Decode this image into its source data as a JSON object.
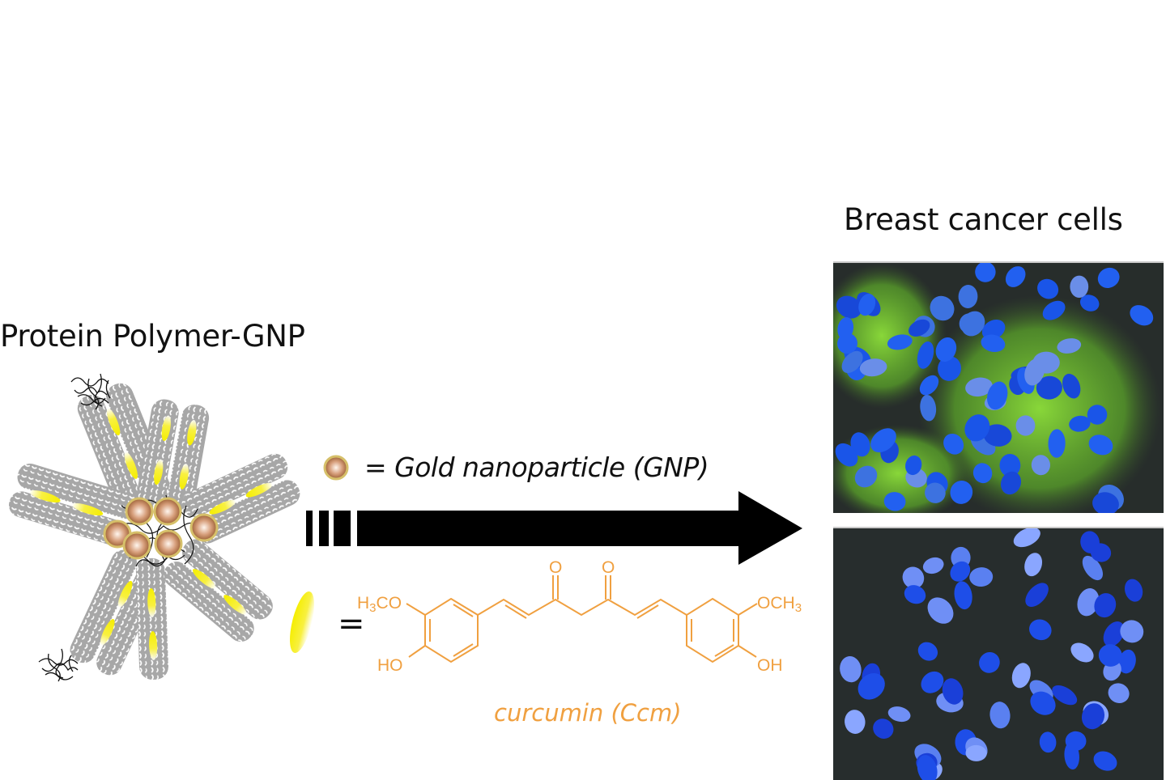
{
  "figure": {
    "left_title": "Protein Polymer-GNP",
    "right_title": "Breast cancer cells",
    "legend": {
      "gnp_label": "= Gold nanoparticle (GNP)",
      "gnp_icon": "gold-nanoparticle-icon",
      "curcumin_icon": "curcumin-ellipse-icon",
      "equals": "=",
      "curcumin_name": "curcumin (Ccm)"
    },
    "molecule": {
      "labels": {
        "h3co": "H3CO",
        "och3": "OCH3",
        "ho": "HO",
        "oh": "OH",
        "o1": "O",
        "o2": "O"
      }
    },
    "arrow": {
      "direction": "right",
      "dashes": 3
    },
    "panels": [
      {
        "name": "fluorescence-green-blue",
        "description": "Cells with green curcumin fluorescence and blue nuclei"
      },
      {
        "name": "fluorescence-blue-only",
        "description": "Cells with blue-stained nuclei only"
      }
    ],
    "colors": {
      "curcumin_orange": "#f0a040",
      "gold_particle": "#b97a50",
      "gold_rim": "#d9c26a",
      "protein_gray": "#a9a9a9",
      "curcumin_yellow": "#f5f000",
      "nucleus_blue": "#1a55e8",
      "cytoplasm_green": "#7ad82a",
      "panel_bg": "#272d2b"
    }
  }
}
